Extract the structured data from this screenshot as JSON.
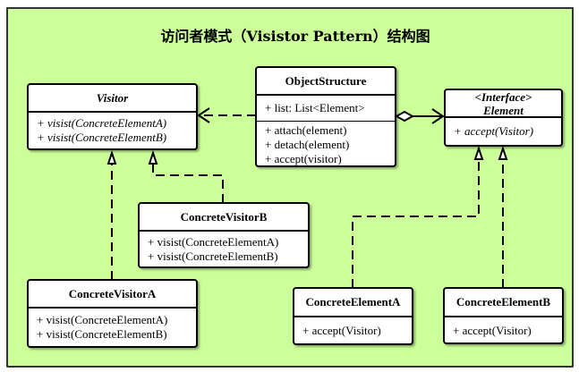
{
  "title": "访问者模式（Visistor Pattern）结构图",
  "classes": {
    "visitor": {
      "name": "Visitor",
      "methods": [
        "+ visist(ConcreteElementA)",
        "+ visist(ConcreteElementB)"
      ]
    },
    "object_structure": {
      "name": "ObjectStructure",
      "attributes": [
        "+ list: List<Element>"
      ],
      "methods": [
        "+ attach(element)",
        "+ detach(element)",
        "+ accept(visitor)"
      ]
    },
    "element": {
      "stereotype": "<Interface>",
      "name": "Element",
      "methods": [
        "+ accept(Visitor)"
      ]
    },
    "concrete_visitor_b": {
      "name": "ConcreteVisitorB",
      "methods": [
        "+ visist(ConcreteElementA)",
        "+ visist(ConcreteElementB)"
      ]
    },
    "concrete_visitor_a": {
      "name": "ConcreteVisitorA",
      "methods": [
        "+ visist(ConcreteElementA)",
        "+ visist(ConcreteElementB)"
      ]
    },
    "concrete_element_a": {
      "name": "ConcreteElementA",
      "methods": [
        "+ accept(Visitor)"
      ]
    },
    "concrete_element_b": {
      "name": "ConcreteElementB",
      "methods": [
        "+ accept(Visitor)"
      ]
    }
  },
  "relations": [
    {
      "type": "dependency",
      "from": "ObjectStructure",
      "to": "Visitor"
    },
    {
      "type": "aggregation",
      "from": "ObjectStructure",
      "to": "Element"
    },
    {
      "type": "realization",
      "from": "ConcreteVisitorA",
      "to": "Visitor"
    },
    {
      "type": "realization",
      "from": "ConcreteVisitorB",
      "to": "Visitor"
    },
    {
      "type": "realization",
      "from": "ConcreteElementA",
      "to": "Element"
    },
    {
      "type": "realization",
      "from": "ConcreteElementB",
      "to": "Element"
    }
  ],
  "colors": {
    "background": "#ccff99",
    "border": "#000000",
    "box_fill": "#ffffff"
  }
}
